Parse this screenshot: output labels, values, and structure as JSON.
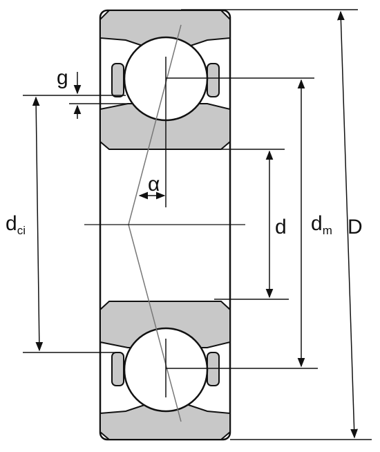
{
  "labels": {
    "g": "g",
    "alpha": "α",
    "dci_main": "d",
    "dci_sub": "ci",
    "d": "d",
    "dm_main": "d",
    "dm_sub": "m",
    "D": "D"
  },
  "colors": {
    "ring_fill": "#c8c8c8",
    "ball_fill": "#ffffff",
    "cage_fill": "#c8c8c8",
    "line": "#111111",
    "axis_line": "#777777"
  }
}
